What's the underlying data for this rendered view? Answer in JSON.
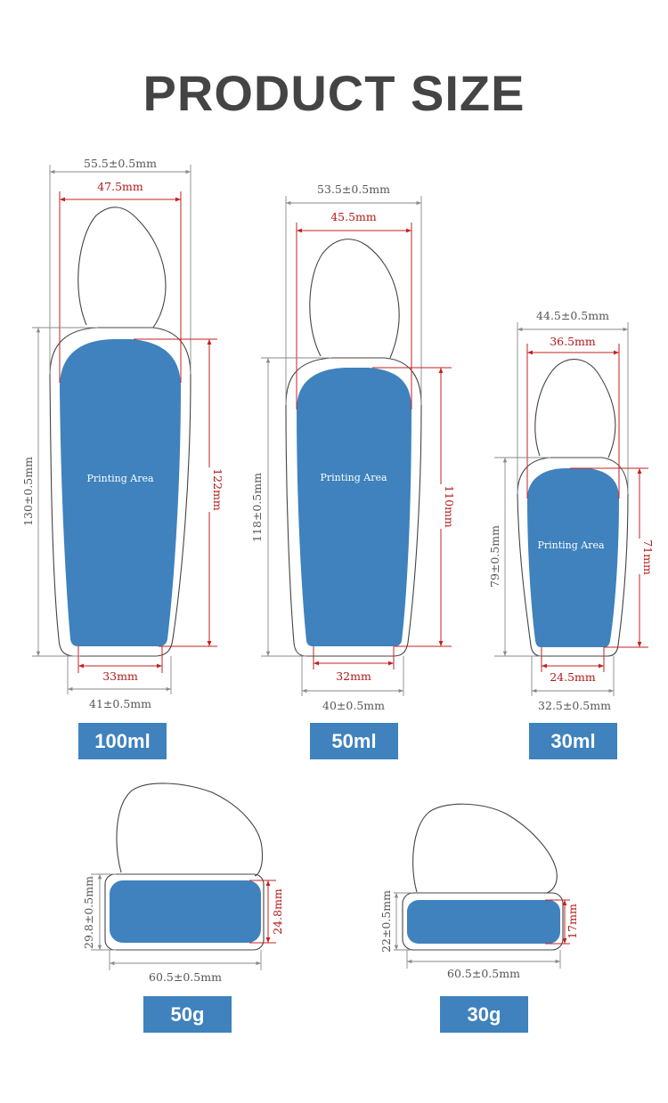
{
  "title": "PRODUCT SIZE",
  "colors": {
    "printing_area": "#3f82bd",
    "label_box": "#3f82bd",
    "title": "#444444",
    "dimension_line": "#8a8a8a",
    "inner_dimension": "#c42020"
  },
  "products": [
    {
      "label": "100ml",
      "shape": "bottle",
      "width_outer": "55.5±0.5mm",
      "width_print": "47.5mm",
      "height_total": "130±0.5mm",
      "height_print": "122mm",
      "bottom_print": "33mm",
      "bottom_outer": "41±0.5mm",
      "printing_area": "Printing Area"
    },
    {
      "label": "50ml",
      "shape": "bottle",
      "width_outer": "53.5±0.5mm",
      "width_print": "45.5mm",
      "height_total": "118±0.5mm",
      "height_print": "110mm",
      "bottom_print": "32mm",
      "bottom_outer": "40±0.5mm",
      "printing_area": "Printing Area"
    },
    {
      "label": "30ml",
      "shape": "bottle",
      "width_outer": "44.5±0.5mm",
      "width_print": "36.5mm",
      "height_total": "79±0.5mm",
      "height_print": "71mm",
      "bottom_print": "24.5mm",
      "bottom_outer": "32.5±0.5mm",
      "printing_area": "Printing Area"
    },
    {
      "label": "50g",
      "shape": "jar",
      "height_total": "29.8±0.5mm",
      "height_print": "24.8mm",
      "width_outer": "60.5±0.5mm"
    },
    {
      "label": "30g",
      "shape": "jar",
      "height_total": "22±0.5mm",
      "height_print": "17mm",
      "width_outer": "60.5±0.5mm"
    }
  ]
}
